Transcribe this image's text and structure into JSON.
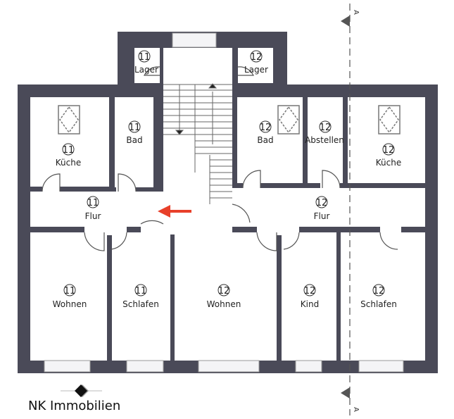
{
  "colors": {
    "wall": "#4a4a58",
    "arrow": "#e8402a"
  },
  "section_marker": "A",
  "brand": "NK Immobilien",
  "rooms": {
    "lager11": {
      "unit": "11",
      "name": "Lager"
    },
    "lager12": {
      "unit": "12",
      "name": "Lager"
    },
    "kueche11": {
      "unit": "11",
      "name": "Küche"
    },
    "bad11": {
      "unit": "11",
      "name": "Bad"
    },
    "bad12": {
      "unit": "12",
      "name": "Bad"
    },
    "abstellen12": {
      "unit": "12",
      "name": "Abstellen"
    },
    "kueche12": {
      "unit": "12",
      "name": "Küche"
    },
    "flur11": {
      "unit": "11",
      "name": "Flur"
    },
    "flur12": {
      "unit": "12",
      "name": "Flur"
    },
    "wohnen11": {
      "unit": "11",
      "name": "Wohnen"
    },
    "schlafen11": {
      "unit": "11",
      "name": "Schlafen"
    },
    "wohnen12": {
      "unit": "12",
      "name": "Wohnen"
    },
    "kind12": {
      "unit": "12",
      "name": "Kind"
    },
    "schlafen12": {
      "unit": "12",
      "name": "Schlafen"
    }
  }
}
